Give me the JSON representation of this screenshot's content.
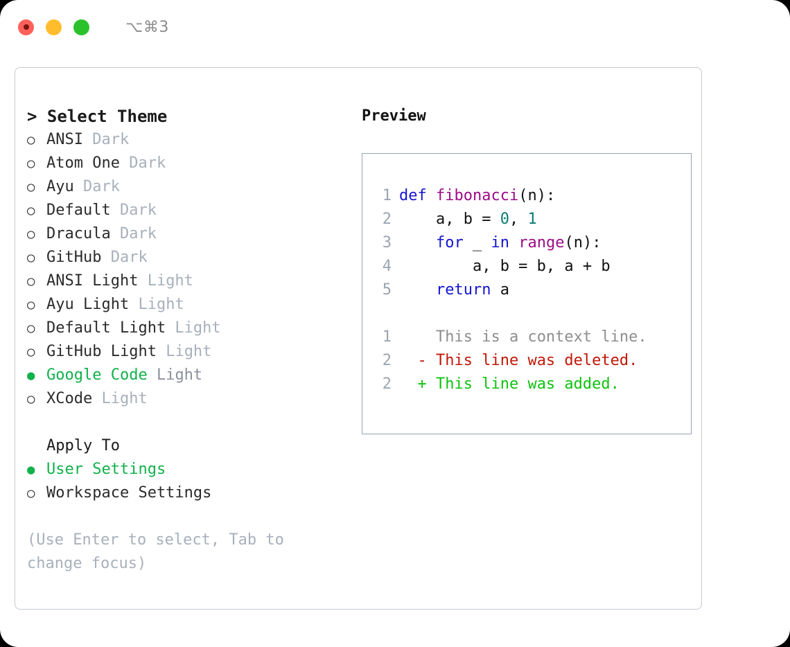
{
  "titlebar": {
    "shortcut": "⌥⌘3",
    "buttons": [
      {
        "name": "close",
        "color": "#ff6159"
      },
      {
        "name": "minimize",
        "color": "#ffbd2e"
      },
      {
        "name": "zoom",
        "color": "#2ac22a"
      }
    ]
  },
  "theme_picker": {
    "header": "> Select Theme",
    "selected_color": "#11b14b",
    "bullet_unselected": "○",
    "bullet_selected": "●",
    "items": [
      {
        "bullet": "○",
        "label": "ANSI",
        "suffix": "Dark",
        "selected": false
      },
      {
        "bullet": "○",
        "label": "Atom One",
        "suffix": "Dark",
        "selected": false
      },
      {
        "bullet": "○",
        "label": "Ayu",
        "suffix": "Dark",
        "selected": false
      },
      {
        "bullet": "○",
        "label": "Default",
        "suffix": "Dark",
        "selected": false
      },
      {
        "bullet": "○",
        "label": "Dracula",
        "suffix": "Dark",
        "selected": false
      },
      {
        "bullet": "○",
        "label": "GitHub",
        "suffix": "Dark",
        "selected": false
      },
      {
        "bullet": "○",
        "label": "ANSI Light",
        "suffix": "Light",
        "selected": false
      },
      {
        "bullet": "○",
        "label": "Ayu Light",
        "suffix": "Light",
        "selected": false
      },
      {
        "bullet": "○",
        "label": "Default Light",
        "suffix": "Light",
        "selected": false
      },
      {
        "bullet": "○",
        "label": "GitHub Light",
        "suffix": "Light",
        "selected": false
      },
      {
        "bullet": "●",
        "label": "Google Code",
        "suffix": "Light",
        "selected": true
      },
      {
        "bullet": "○",
        "label": "XCode",
        "suffix": "Light",
        "selected": false
      }
    ]
  },
  "apply_to": {
    "header": "Apply To",
    "items": [
      {
        "bullet": "●",
        "label": "User Settings",
        "suffix": "",
        "selected": true
      },
      {
        "bullet": "○",
        "label": "Workspace Settings",
        "suffix": "",
        "selected": false
      }
    ]
  },
  "hint": "(Use Enter to select, Tab to change focus)",
  "preview": {
    "title": "Preview",
    "code_lines": [
      {
        "no": "1",
        "tokens": [
          {
            "t": "def ",
            "c": "kw"
          },
          {
            "t": "fibonacci",
            "c": "fn"
          },
          {
            "t": "(n):",
            "c": "plain"
          }
        ]
      },
      {
        "no": "2",
        "tokens": [
          {
            "t": "    a, b = ",
            "c": "plain"
          },
          {
            "t": "0",
            "c": "num"
          },
          {
            "t": ", ",
            "c": "plain"
          },
          {
            "t": "1",
            "c": "num"
          }
        ]
      },
      {
        "no": "3",
        "tokens": [
          {
            "t": "    ",
            "c": "plain"
          },
          {
            "t": "for",
            "c": "kw"
          },
          {
            "t": " _ ",
            "c": "plain"
          },
          {
            "t": "in",
            "c": "kw"
          },
          {
            "t": " ",
            "c": "plain"
          },
          {
            "t": "range",
            "c": "fn"
          },
          {
            "t": "(n):",
            "c": "plain"
          }
        ]
      },
      {
        "no": "4",
        "tokens": [
          {
            "t": "        a, b = b, a + b",
            "c": "plain"
          }
        ]
      },
      {
        "no": "5",
        "tokens": [
          {
            "t": "    ",
            "c": "plain"
          },
          {
            "t": "return",
            "c": "kw"
          },
          {
            "t": " a",
            "c": "plain"
          }
        ]
      }
    ],
    "diff_lines": [
      {
        "no": "1",
        "marker": " ",
        "text": " This is a context line.",
        "kind": "ctx"
      },
      {
        "no": "2",
        "marker": "-",
        "text": " This line was deleted.",
        "kind": "del"
      },
      {
        "no": "2",
        "marker": "+",
        "text": " This line was added.",
        "kind": "add"
      }
    ]
  }
}
